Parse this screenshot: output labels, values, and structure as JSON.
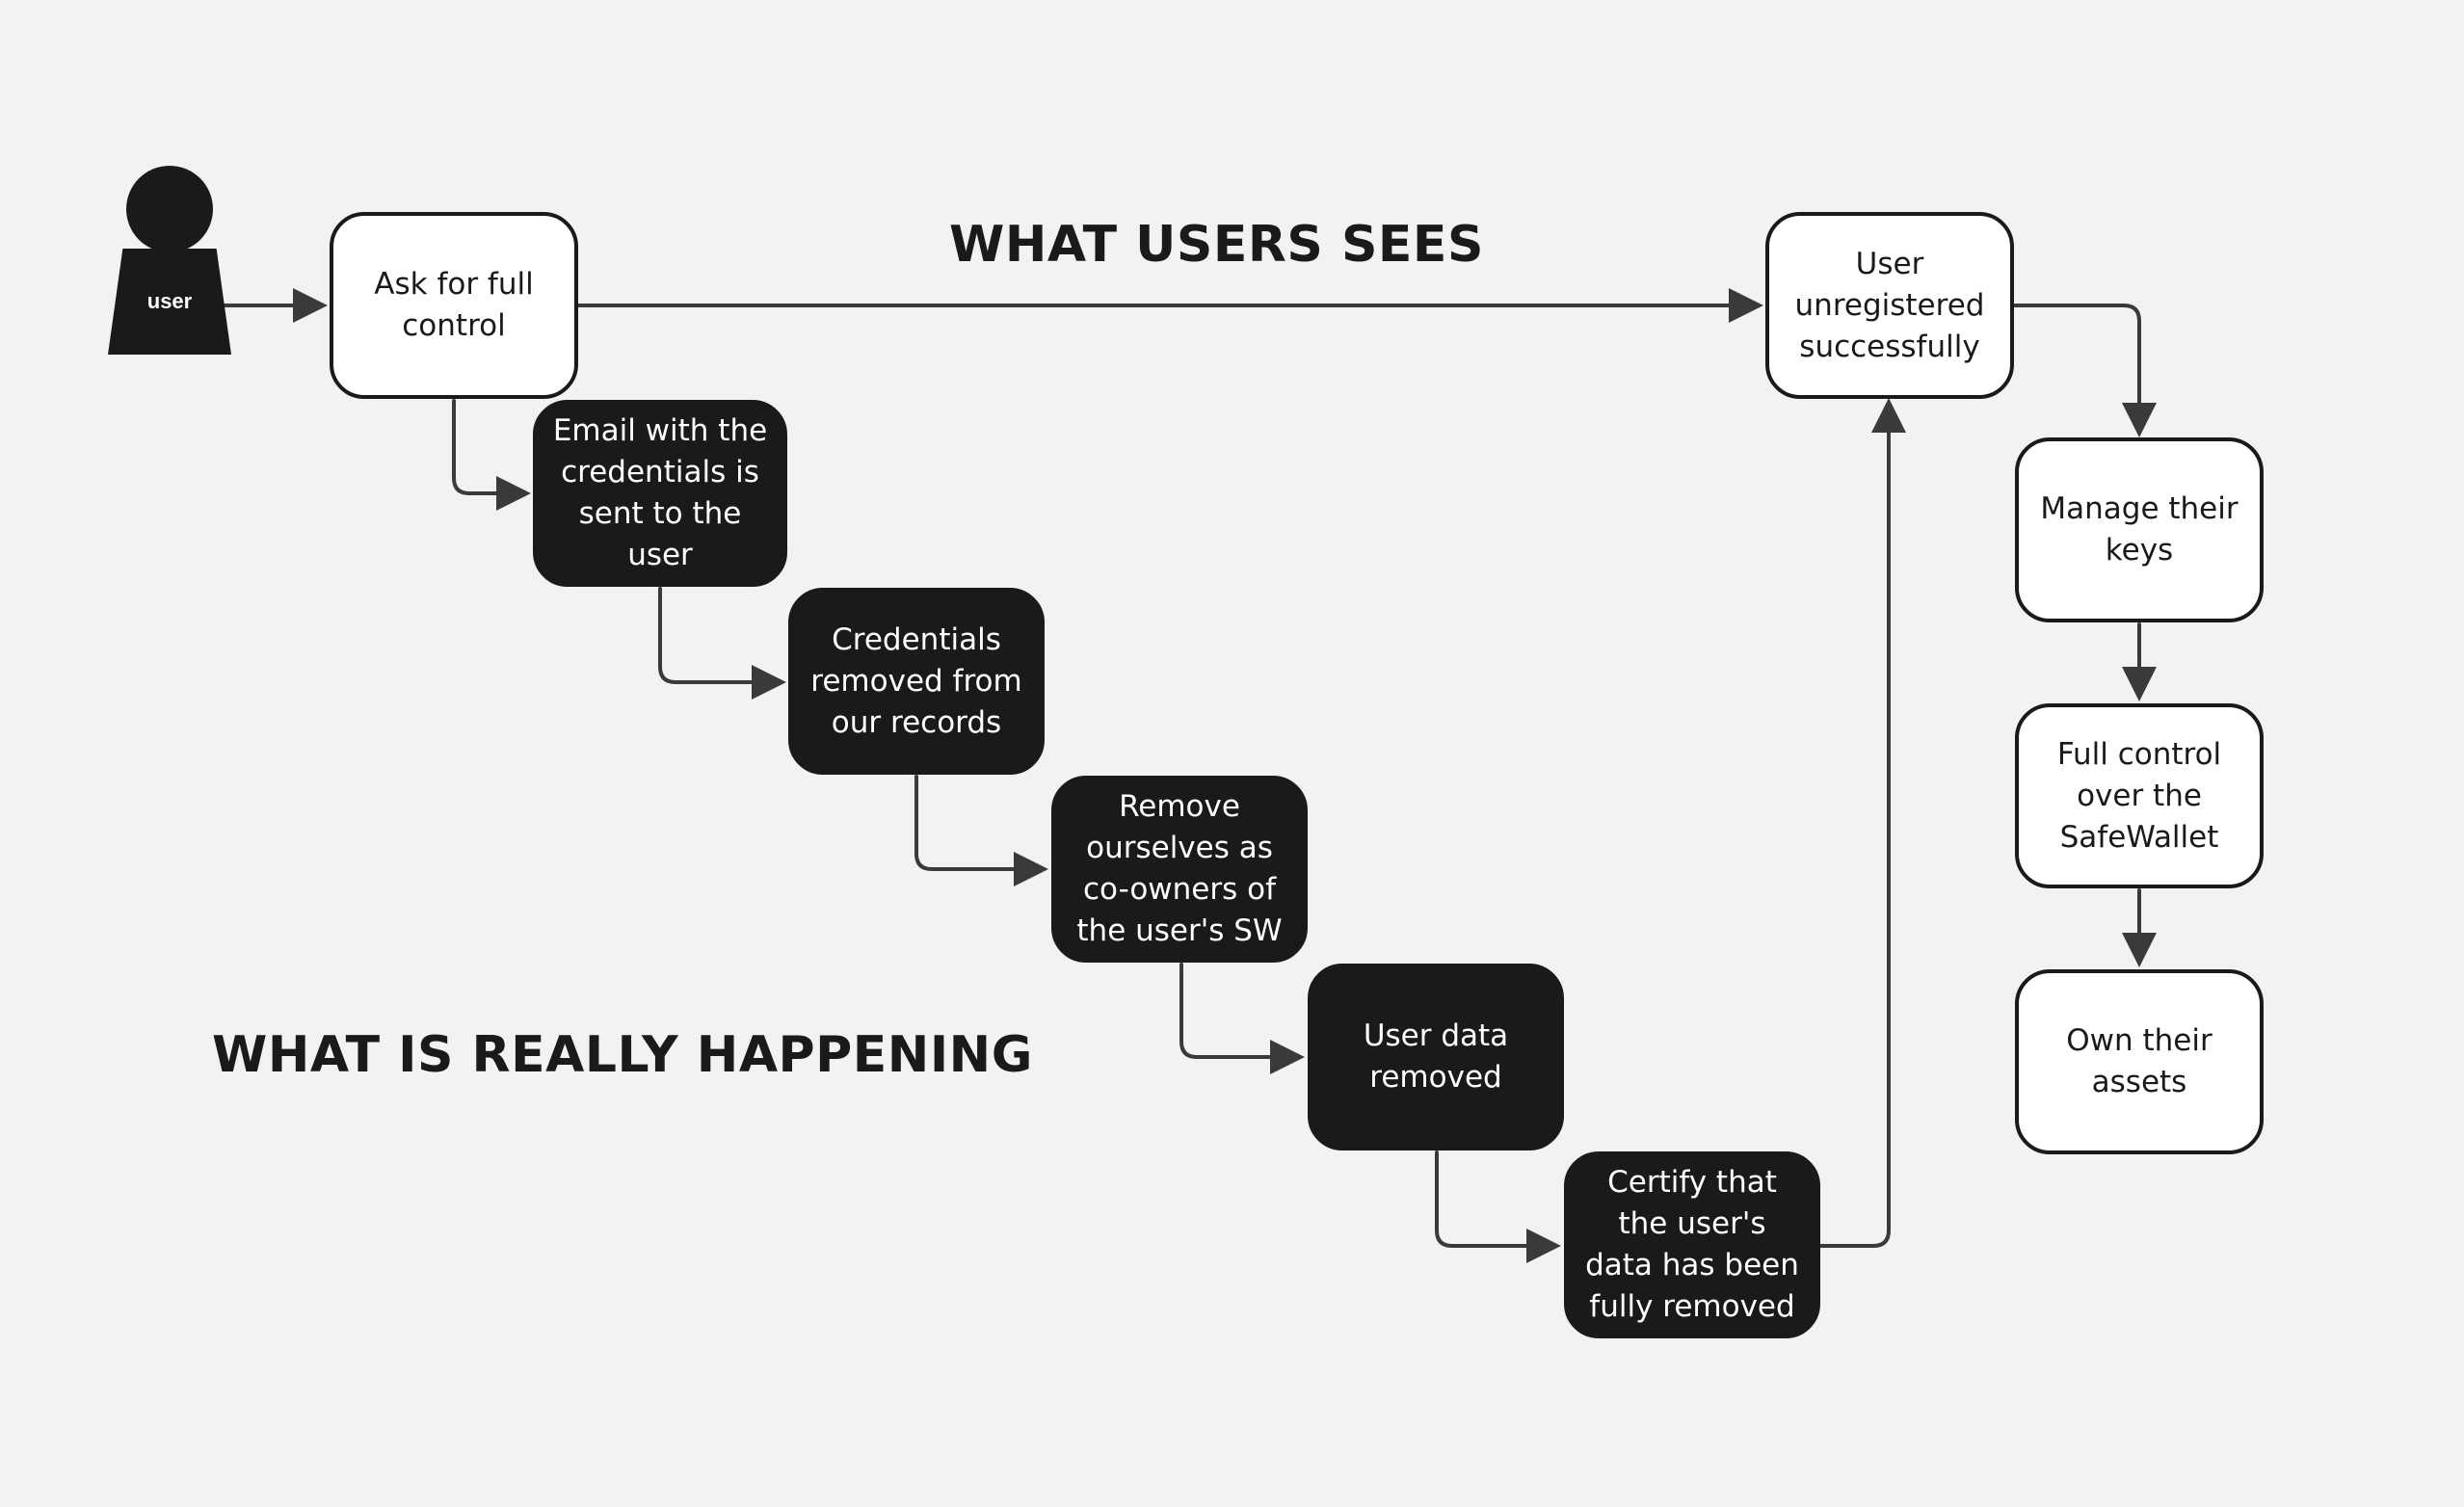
{
  "actor": {
    "label": "user",
    "icon": "person-icon"
  },
  "headings": {
    "top": "WHAT USERS SEES",
    "bottom": "WHAT IS REALLY HAPPENING"
  },
  "nodes": {
    "ask_full_control": "Ask for full control",
    "email_credentials": "Email with the credentials is sent to the user",
    "credentials_removed": "Credentials removed from our records",
    "remove_coowners": "Remove ourselves as co-owners of the user's SW",
    "user_data_removed": "User data removed",
    "certify_removed": "Certify that the user's data has been fully removed",
    "user_unregistered": "User unregistered successfully",
    "manage_keys": "Manage their keys",
    "full_control_safewallet": "Full control over the SafeWallet",
    "own_assets": "Own their assets"
  },
  "colors": {
    "background": "#f2f2f2",
    "dark_node": "#1a1a1a",
    "light_node": "#ffffff",
    "connector": "#3a3a3a"
  }
}
